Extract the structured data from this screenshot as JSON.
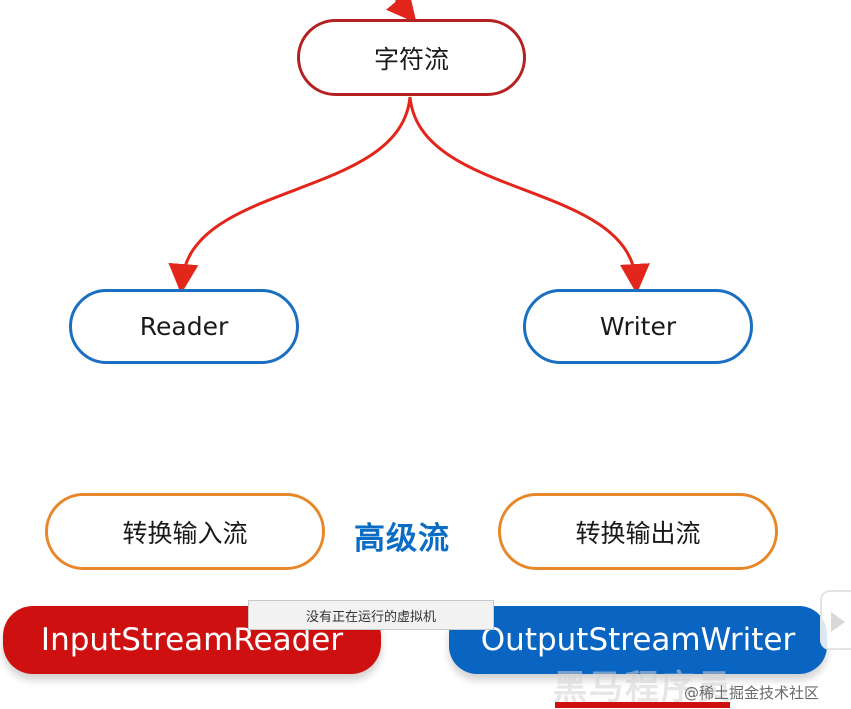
{
  "nodes": {
    "root": "字符流",
    "reader": "Reader",
    "writer": "Writer",
    "transform_in": "转换输入流",
    "transform_out": "转换输出流",
    "input_stream_reader": "InputStreamReader",
    "output_stream_writer": "OutputStreamWriter"
  },
  "advanced_label": "高级流",
  "tooltip": "没有正在运行的虚拟机",
  "watermark": "@稀土掘金技术社区",
  "watermark_big": "黑马程序员",
  "colors": {
    "edge": "#e3261b",
    "red_border": "#b52020",
    "blue_border": "#1a6fc0",
    "orange_border": "#e8872a",
    "red_fill": "#cf1010",
    "blue_fill": "#0a64c2"
  }
}
